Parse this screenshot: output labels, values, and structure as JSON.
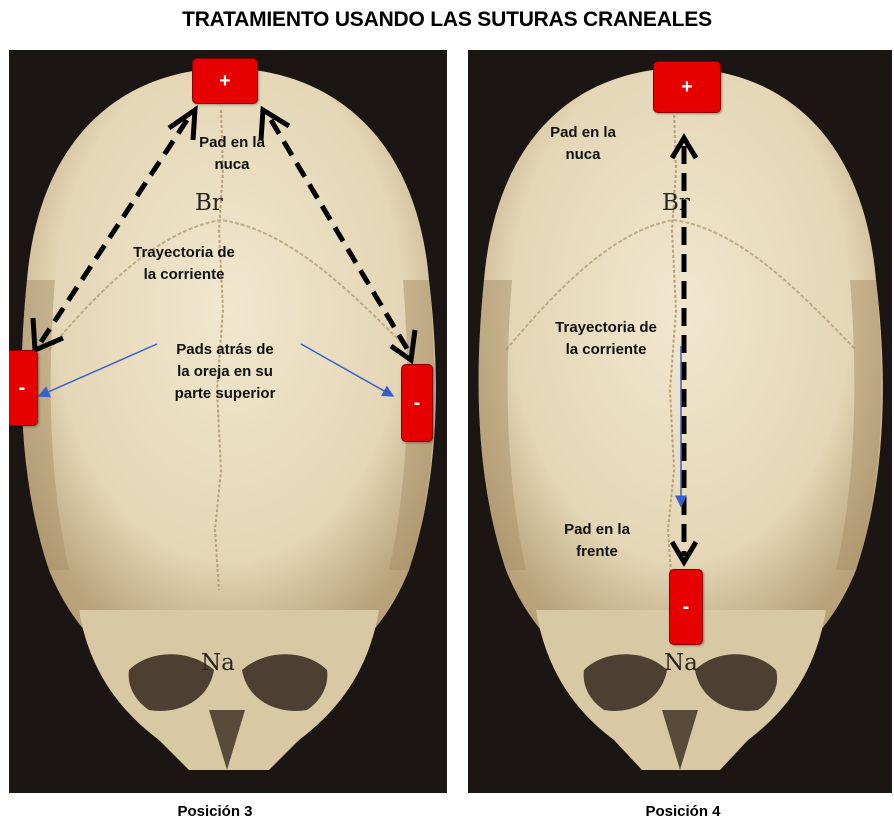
{
  "title": "TRATAMIENTO USANDO LAS SUTURAS CRANEALES",
  "panels": [
    {
      "label_pad_top": "Pad en la\nnuca",
      "label_path": "Trayectoria de\nla corriente",
      "label_side_pads": "Pads atrás de\nla oreja en su\nparte superior",
      "bregma": "Br",
      "nasion": "Na",
      "pad_top_sign": "+",
      "pad_left_sign": "-",
      "pad_right_sign": "-",
      "caption": "Posición 3"
    },
    {
      "label_pad_top": "Pad en la\nnuca",
      "label_path": "Trayectoria de\nla corriente",
      "label_pad_bottom": "Pad en la\nfrente",
      "bregma": "Br",
      "nasion": "Na",
      "pad_top_sign": "+",
      "pad_bottom_sign": "-",
      "caption": "Posición 4"
    }
  ],
  "colors": {
    "pad": "#e60000",
    "bone": "#e8dcc2",
    "background": "#1a1512",
    "thin_arrow": "#3a5fc8"
  }
}
